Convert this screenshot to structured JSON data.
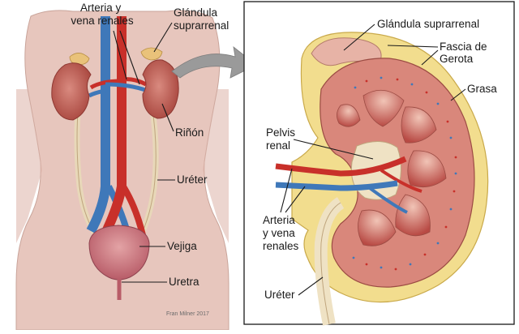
{
  "left_panel": {
    "labels": {
      "renal_vessels": [
        "Arteria y",
        "vena renales"
      ],
      "adrenal_gland": [
        "Glándula",
        "suprarrenal"
      ],
      "kidney": "Riñón",
      "ureter": "Uréter",
      "bladder": "Vejiga",
      "urethra": "Uretra"
    },
    "credit": "Fran Milner 2017"
  },
  "right_panel": {
    "labels": {
      "adrenal_gland": "Glándula suprarrenal",
      "gerota_fascia": [
        "Fascia de",
        "Gerota"
      ],
      "fat": "Grasa",
      "renal_pelvis": [
        "Pelvis",
        "renal"
      ],
      "renal_vessels": [
        "Arteria",
        "y vena",
        "renales"
      ],
      "ureter": "Uréter"
    }
  },
  "colors": {
    "skin": "#e7c6bd",
    "kidney": "#c9675f",
    "artery": "#c8302a",
    "vein": "#3f78b9",
    "fat": "#f2dd8e",
    "bladder": "#c97a82"
  }
}
